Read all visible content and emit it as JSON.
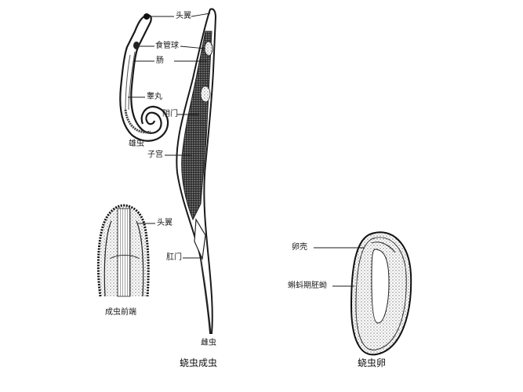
{
  "figures": {
    "adult": {
      "caption": "蛲虫成虫",
      "male": {
        "caption": "雄虫",
        "labels": {
          "cephalic_alae": "头翼",
          "esophageal_bulb": "食管球",
          "intestine": "肠",
          "testis": "睾丸"
        }
      },
      "female": {
        "caption": "雌虫",
        "labels": {
          "vulva": "阴门",
          "uterus": "子宫",
          "anus": "肛门"
        }
      },
      "anterior_end": {
        "caption": "成虫前端",
        "labels": {
          "cephalic_alae": "头翼"
        }
      }
    },
    "egg": {
      "caption": "蛲虫卵",
      "labels": {
        "eggshell": "卵壳",
        "tadpole_stage_embryo": "蝌蚪期胚蚴"
      }
    }
  },
  "colors": {
    "background": "#ffffff",
    "ink": "#1a1a1a"
  }
}
